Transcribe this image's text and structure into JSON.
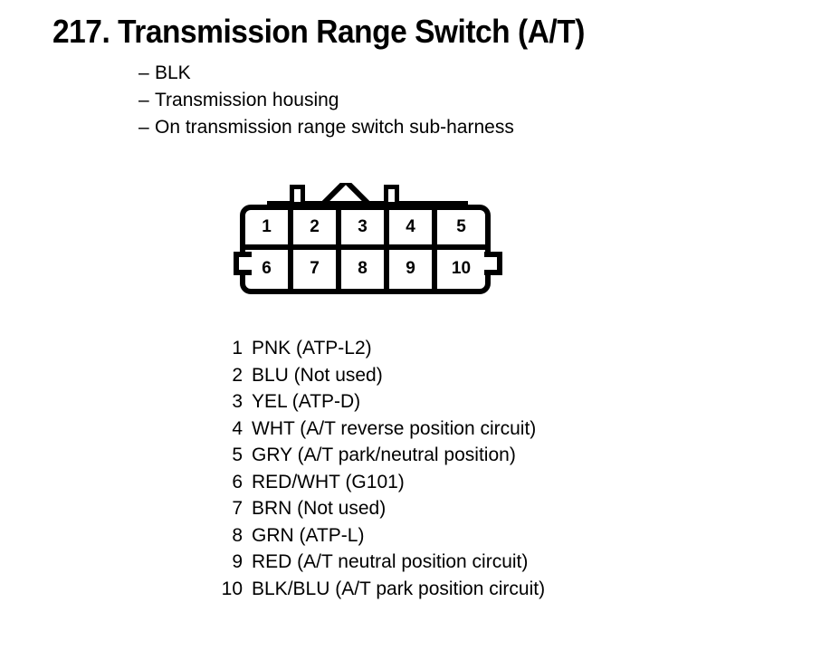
{
  "title": "217. Transmission Range Switch (A/T)",
  "notes": {
    "dash": "–",
    "items": [
      "BLK",
      "Transmission housing",
      "On transmission range switch sub-harness"
    ]
  },
  "connector": {
    "top_row": [
      "1",
      "2",
      "3",
      "4",
      "5"
    ],
    "bottom_row": [
      "6",
      "7",
      "8",
      "9",
      "10"
    ]
  },
  "legend": [
    {
      "num": "1",
      "desc": "PNK (ATP-L2)"
    },
    {
      "num": "2",
      "desc": "BLU (Not used)"
    },
    {
      "num": "3",
      "desc": "YEL (ATP-D)"
    },
    {
      "num": "4",
      "desc": "WHT (A/T reverse position circuit)"
    },
    {
      "num": "5",
      "desc": "GRY (A/T park/neutral position)"
    },
    {
      "num": "6",
      "desc": "RED/WHT (G101)"
    },
    {
      "num": "7",
      "desc": "BRN (Not used)"
    },
    {
      "num": "8",
      "desc": "GRN (ATP-L)"
    },
    {
      "num": "9",
      "desc": "RED (A/T neutral position circuit)"
    },
    {
      "num": "10",
      "desc": "BLK/BLU (A/T park position circuit)"
    }
  ],
  "colors": {
    "ink": "#000000",
    "paper": "#ffffff"
  }
}
